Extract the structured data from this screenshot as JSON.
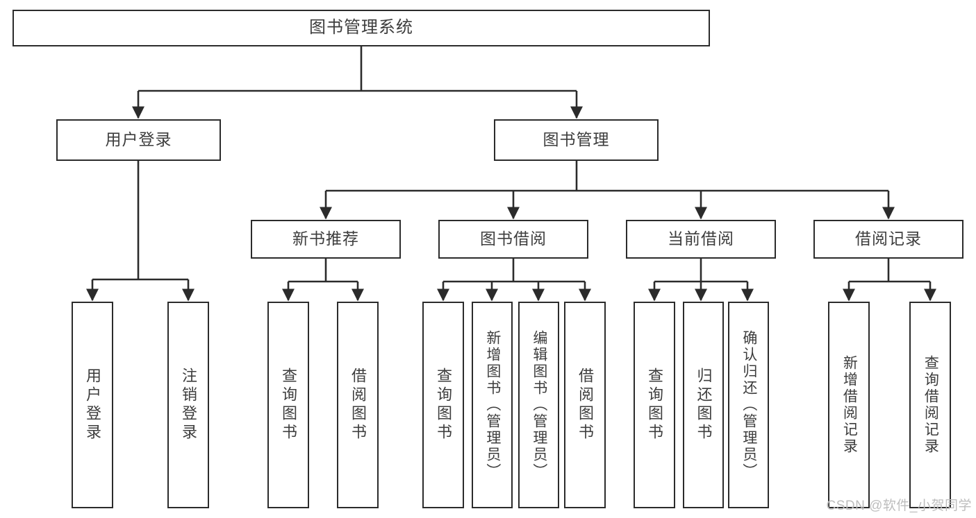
{
  "diagram": {
    "type": "tree-hierarchy-chart",
    "title": "图书管理系统",
    "colors": {
      "background": "#ffffff",
      "box_border": "#2b2b2b",
      "box_fill": "#ffffff",
      "text": "#3d3d3d",
      "connector": "#2b2b2b",
      "watermark": "#bdbdbd"
    },
    "nodes": {
      "root": {
        "label": "图书管理系统"
      },
      "level2": [
        {
          "id": "user-login",
          "label": "用户登录"
        },
        {
          "id": "book-management",
          "label": "图书管理"
        }
      ],
      "level3": [
        {
          "id": "new-book-recommend",
          "label": "新书推荐"
        },
        {
          "id": "book-borrow",
          "label": "图书借阅"
        },
        {
          "id": "current-borrow",
          "label": "当前借阅"
        },
        {
          "id": "borrow-record",
          "label": "借阅记录"
        }
      ],
      "leaves": {
        "user-login": [
          {
            "id": "leaf-user-login",
            "label": "用户登录"
          },
          {
            "id": "leaf-logout",
            "label": "注销登录"
          }
        ],
        "new-book-recommend": [
          {
            "id": "leaf-query-book-1",
            "label": "查询图书"
          },
          {
            "id": "leaf-borrow-book-1",
            "label": "借阅图书"
          }
        ],
        "book-borrow": [
          {
            "id": "leaf-query-book-2",
            "label": "查询图书"
          },
          {
            "id": "leaf-add-book",
            "label": "新增图书（管理员）"
          },
          {
            "id": "leaf-edit-book",
            "label": "编辑图书（管理员）"
          },
          {
            "id": "leaf-borrow-book-2",
            "label": "借阅图书"
          }
        ],
        "current-borrow": [
          {
            "id": "leaf-query-book-3",
            "label": "查询图书"
          },
          {
            "id": "leaf-return-book",
            "label": "归还图书"
          },
          {
            "id": "leaf-confirm-return",
            "label": "确认归还（管理员）"
          }
        ],
        "borrow-record": [
          {
            "id": "leaf-add-record",
            "label": "新增借阅记录"
          },
          {
            "id": "leaf-query-record",
            "label": "查询借阅记录"
          }
        ]
      }
    },
    "watermark": "CSDN @软件_小贺同学"
  }
}
